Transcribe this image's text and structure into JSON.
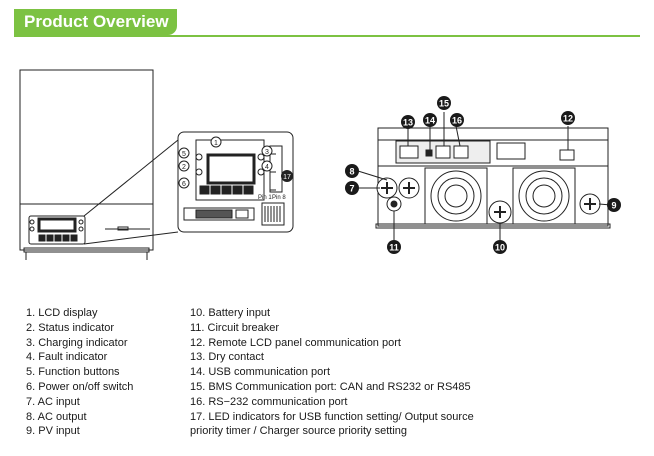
{
  "header": {
    "title": "Product Overview"
  },
  "callouts": [
    "5",
    "1",
    "2",
    "3",
    "4",
    "6",
    "7",
    "8",
    "9",
    "10",
    "11",
    "12",
    "13",
    "14",
    "15",
    "16",
    "17"
  ],
  "pin_labels": {
    "pin1": "Pin 1",
    "pin8": "Pin 8"
  },
  "legend": {
    "left": [
      "1. LCD display",
      "2. Status indicator",
      "3. Charging indicator",
      "4. Fault indicator",
      "5. Function buttons",
      "6. Power on/off switch",
      "7. AC input",
      "8. AC output",
      "9. PV input"
    ],
    "right": [
      "10. Battery input",
      "11. Circuit breaker",
      "12. Remote LCD panel communication port",
      "13. Dry contact",
      "14. USB communication port",
      "15. BMS Communication port: CAN and RS232 or RS485",
      "16. RS−232 communication port",
      "17. LED indicators for USB function setting/ Output source",
      "priority timer / Charger source priority setting"
    ]
  }
}
